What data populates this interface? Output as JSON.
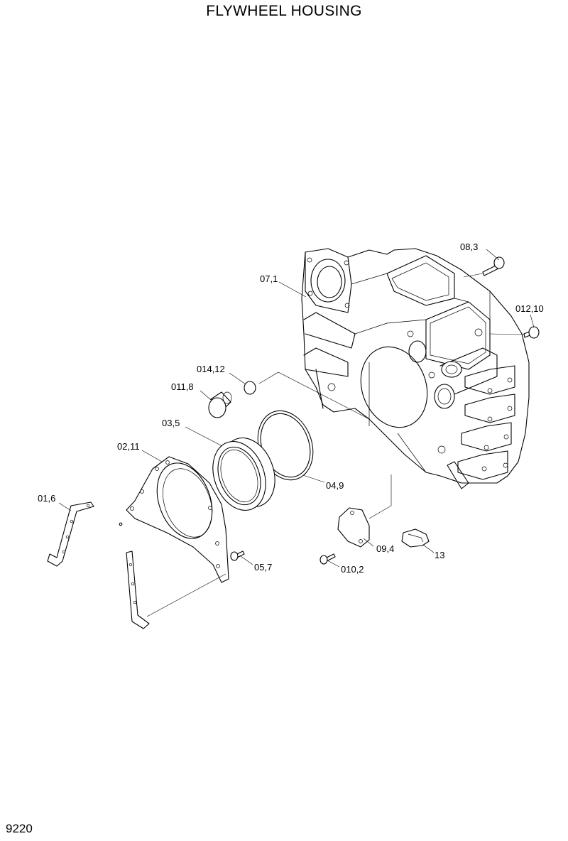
{
  "title": "FLYWHEEL HOUSING",
  "page_number": "9220",
  "callouts": {
    "c01": "01,6",
    "c02": "02,11",
    "c03": "03,5",
    "c04": "04,9",
    "c05": "05,7",
    "c07": "07,1",
    "c08": "08,3",
    "c09": "09,4",
    "c010": "010,2",
    "c011": "011,8",
    "c012": "012,10",
    "c013": "13",
    "c014": "014,12"
  }
}
